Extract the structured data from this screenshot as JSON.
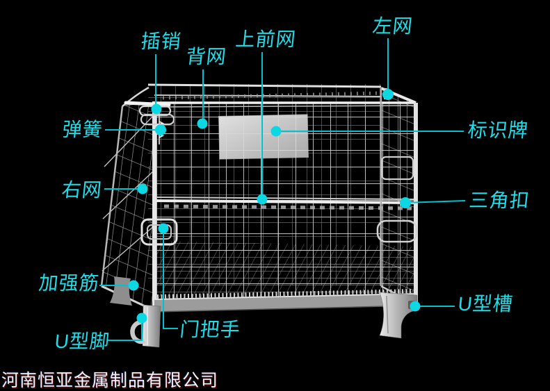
{
  "annotations": [
    {
      "id": "pin",
      "label": "插销"
    },
    {
      "id": "back-mesh",
      "label": "背网"
    },
    {
      "id": "upper-front-mesh",
      "label": "上前网"
    },
    {
      "id": "left-mesh",
      "label": "左网"
    },
    {
      "id": "spring",
      "label": "弹簧"
    },
    {
      "id": "sign-plate",
      "label": "标识牌"
    },
    {
      "id": "right-mesh",
      "label": "右网"
    },
    {
      "id": "triangle-buckle",
      "label": "三角扣"
    },
    {
      "id": "reinforcing-rib",
      "label": "加强筋"
    },
    {
      "id": "u-foot",
      "label": "U型脚"
    },
    {
      "id": "door-handle",
      "label": "门把手"
    },
    {
      "id": "u-channel",
      "label": "U型槽"
    }
  ],
  "footer": {
    "company_name": "河南恒亚金属制品有限公司"
  },
  "colors": {
    "background": "#000000",
    "label_text": "#1edde9",
    "leader_line": "#00c2ce",
    "marker_dot": "#0ed7e4",
    "company_text": "#f5f5f5"
  }
}
